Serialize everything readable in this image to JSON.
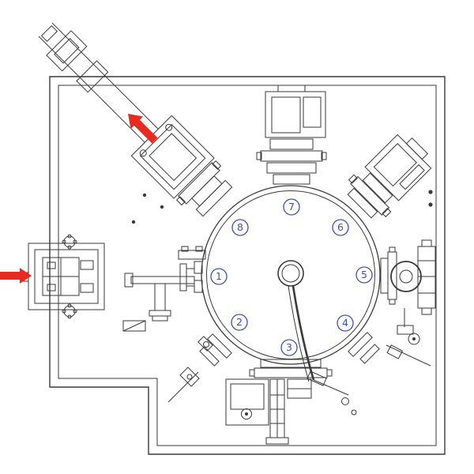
{
  "figure": {
    "kind": "cad-top-view-diagram",
    "colors": {
      "line": "#3a3a3a",
      "station_number": "#3c50bd",
      "arrow": "#e82b20"
    },
    "stations": [
      {
        "label": "1"
      },
      {
        "label": "2"
      },
      {
        "label": "3"
      },
      {
        "label": "4"
      },
      {
        "label": "5"
      },
      {
        "label": "6"
      },
      {
        "label": "7"
      },
      {
        "label": "8"
      }
    ],
    "icons": [
      {
        "name": "transfer-direction-arrow",
        "meaning": "transfer direction along diagonal load-lock rail"
      },
      {
        "name": "load-port-arrow",
        "meaning": "load direction into left side port"
      }
    ]
  }
}
